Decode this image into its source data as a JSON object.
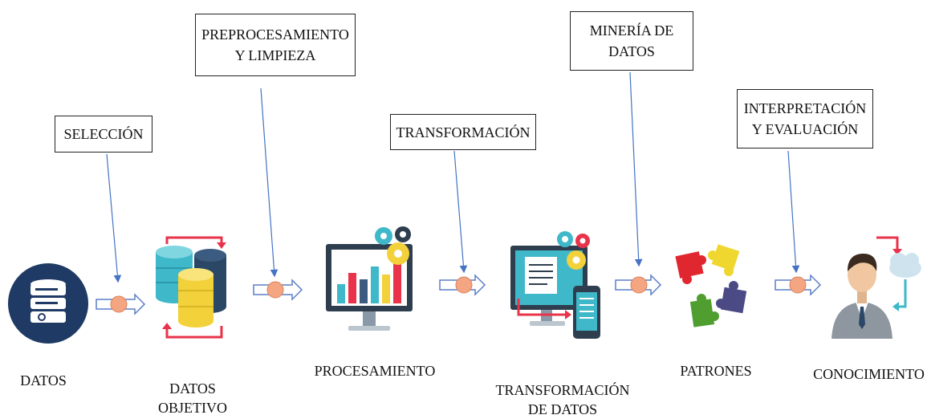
{
  "steps": [
    {
      "label": "SELECCIÓN"
    },
    {
      "label": "PREPROCESAMIENTO\nY LIMPIEZA"
    },
    {
      "label": "TRANSFORMACIÓN"
    },
    {
      "label": "MINERÍA DE\nDATOS"
    },
    {
      "label": "INTERPRETACIÓN\nY EVALUACIÓN"
    }
  ],
  "stages": [
    {
      "label": "DATOS",
      "icon": "database-icon"
    },
    {
      "label": "DATOS\nOBJETIVO",
      "icon": "cylinders-icon"
    },
    {
      "label": "PROCESAMIENTO",
      "icon": "monitor-chart-gears-icon"
    },
    {
      "label": "TRANSFORMACIÓN\nDE DATOS",
      "icon": "monitor-tablet-gears-icon"
    },
    {
      "label": "PATRONES",
      "icon": "puzzle-pieces-icon"
    },
    {
      "label": "CONOCIMIENTO",
      "icon": "businessman-cloud-icon"
    }
  ],
  "colors": {
    "connector_line": "#4472c4",
    "node_fill": "#f4a582",
    "arrow_stroke": "#5b7fc7",
    "database_dark": "#1f3a64",
    "cyan": "#3fb8c9",
    "yellow": "#f2d13a",
    "red": "#e8334a"
  }
}
